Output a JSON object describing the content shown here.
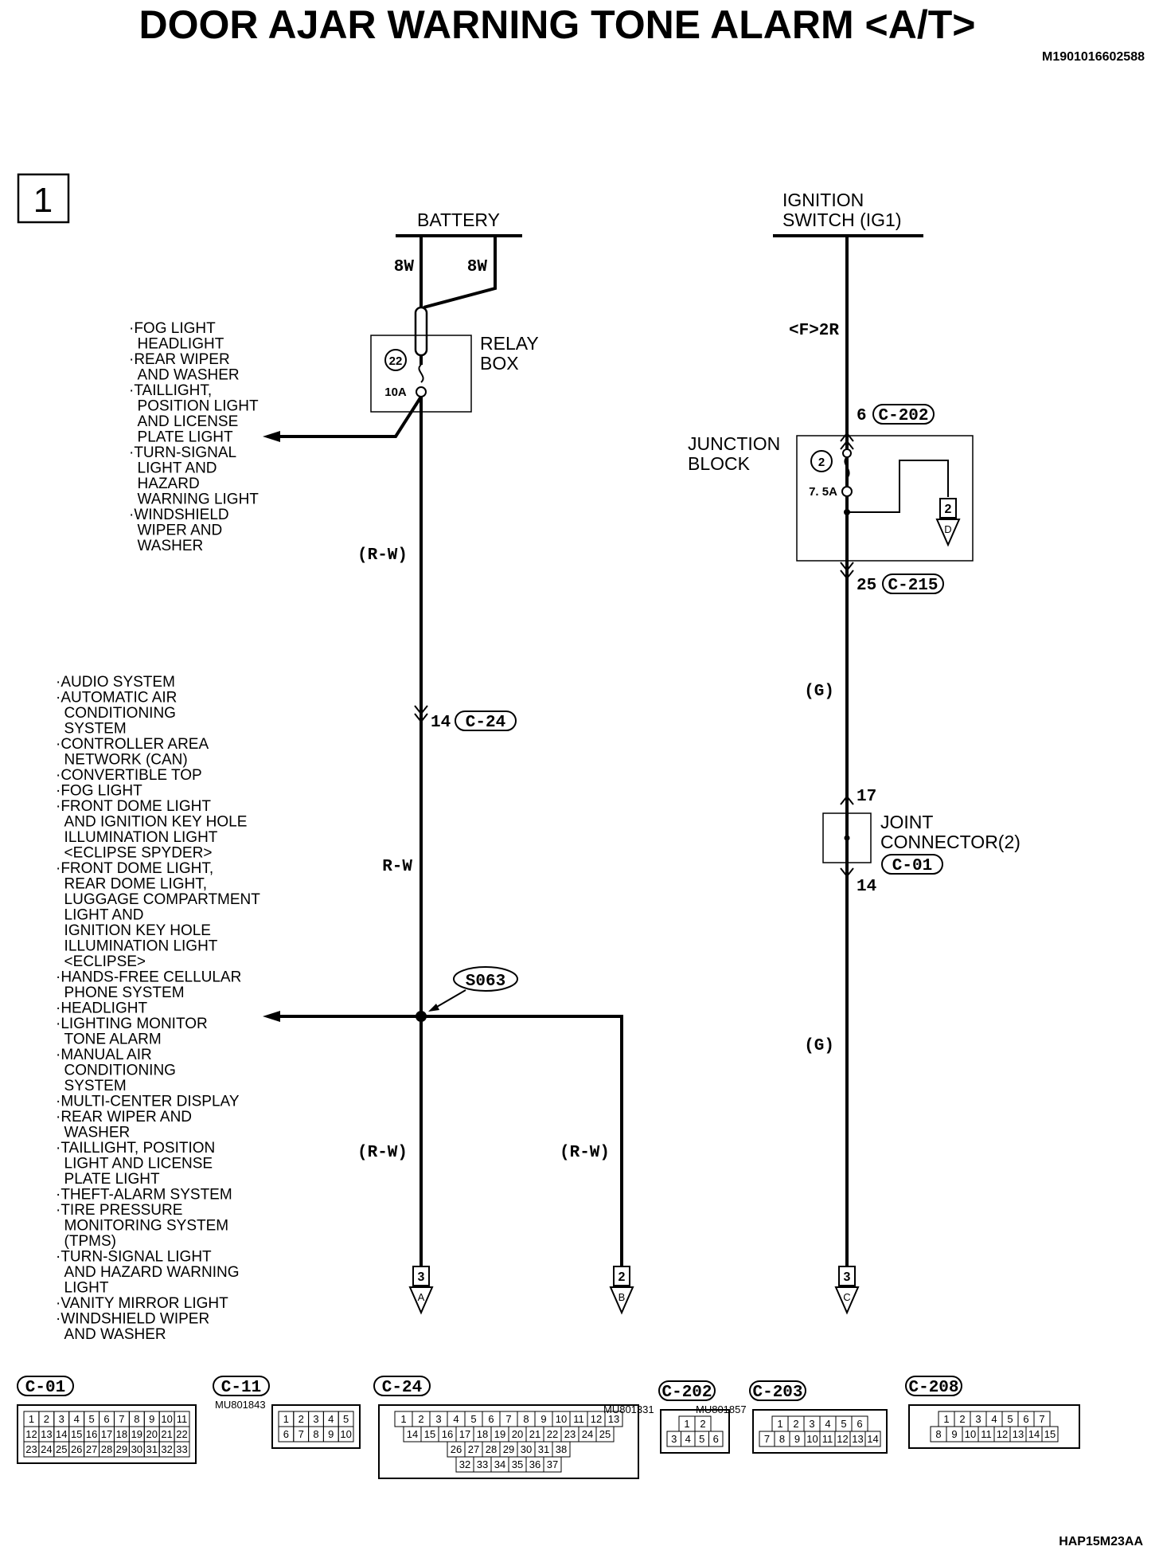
{
  "title": "DOOR AJAR WARNING TONE ALARM <A/T>",
  "doc_code": "M1901016602588",
  "figure_code": "HAP15M23AA",
  "page_number": "1",
  "battery": {
    "label": "BATTERY",
    "left_wire": "8W",
    "right_wire": "8W"
  },
  "relay_box": {
    "label_line1": "RELAY",
    "label_line2": "BOX",
    "fuse_number": "22",
    "fuse_rating": "10A"
  },
  "relay_branch_list": [
    "·FOG LIGHT",
    " HEADLIGHT",
    "·REAR WIPER",
    " AND WASHER",
    "·TAILLIGHT,",
    " POSITION LIGHT",
    " AND LICENSE",
    " PLATE LIGHT",
    "·TURN-SIGNAL",
    " LIGHT AND",
    " HAZARD",
    " WARNING LIGHT",
    "·WINDSHIELD",
    " WIPER AND",
    " WASHER"
  ],
  "splice_branch_list": [
    "·AUDIO SYSTEM",
    "·AUTOMATIC AIR",
    " CONDITIONING",
    " SYSTEM",
    "·CONTROLLER AREA",
    " NETWORK (CAN)",
    "·CONVERTIBLE TOP",
    "·FOG LIGHT",
    "·FRONT DOME LIGHT",
    " AND IGNITION KEY HOLE",
    " ILLUMINATION LIGHT",
    " <ECLIPSE SPYDER>",
    "·FRONT DOME LIGHT,",
    " REAR DOME LIGHT,",
    " LUGGAGE COMPARTMENT",
    " LIGHT AND",
    " IGNITION KEY HOLE",
    " ILLUMINATION LIGHT",
    " <ECLIPSE>",
    "·HANDS-FREE CELLULAR",
    " PHONE SYSTEM",
    "·HEADLIGHT",
    "·LIGHTING MONITOR",
    " TONE ALARM",
    "·MANUAL AIR",
    " CONDITIONING",
    " SYSTEM",
    "·MULTI-CENTER DISPLAY",
    "·REAR WIPER AND",
    " WASHER",
    "·TAILLIGHT, POSITION",
    " LIGHT AND LICENSE",
    " PLATE LIGHT",
    "·THEFT-ALARM SYSTEM",
    "·TIRE PRESSURE",
    " MONITORING SYSTEM",
    " (TPMS)",
    "·TURN-SIGNAL LIGHT",
    " AND HAZARD WARNING",
    " LIGHT",
    "·VANITY MIRROR LIGHT",
    "·WINDSHIELD WIPER",
    " AND WASHER"
  ],
  "wires": {
    "left_upper": "(R-W)",
    "left_mid": "R-W",
    "left_lower": "(R-W)",
    "branch_lower": "(R-W)",
    "ign_upper": "<F>2R",
    "ign_mid": "(G)",
    "ign_lower": "(G)"
  },
  "connectors": {
    "c24_pin": "14",
    "c24": "C-24",
    "c202_pin": "6",
    "c202": "C-202",
    "c215_pin": "25",
    "c215": "C-215",
    "joint_in": "17",
    "joint_out": "14",
    "c01": "C-01"
  },
  "splice": "S063",
  "ignition": {
    "line1": "IGNITION",
    "line2": "SWITCH (IG1)"
  },
  "junction_block": {
    "line1": "JUNCTION",
    "line2": "BLOCK",
    "fuse_number": "2",
    "fuse_rating": "7. 5A"
  },
  "joint_connector": {
    "line1": "JOINT",
    "line2": "CONNECTOR(2)"
  },
  "page_refs": {
    "jb_num": "2",
    "jb_letter": "D",
    "a_num": "3",
    "a_letter": "A",
    "b_num": "2",
    "b_letter": "B",
    "c_num": "3",
    "c_letter": "C"
  },
  "connector_views": [
    {
      "code": "C-01",
      "part": "",
      "rows": [
        [
          "1",
          "2",
          "3",
          "4",
          "5",
          "6",
          "7",
          "8",
          "9",
          "10",
          "11"
        ],
        [
          "12",
          "13",
          "14",
          "15",
          "16",
          "17",
          "18",
          "19",
          "20",
          "21",
          "22"
        ],
        [
          "23",
          "24",
          "25",
          "26",
          "27",
          "28",
          "29",
          "30",
          "31",
          "32",
          "33"
        ]
      ]
    },
    {
      "code": "C-11",
      "part": "MU801843",
      "rows": [
        [
          "1",
          "2",
          "3",
          "4",
          "5"
        ],
        [
          "6",
          "7",
          "8",
          "9",
          "10"
        ]
      ]
    },
    {
      "code": "C-24",
      "part": "",
      "rows": [
        [
          "1",
          "2",
          "3",
          "4",
          "5",
          "6",
          "7",
          "8",
          "9",
          "10",
          "11",
          "12",
          "13"
        ],
        [
          "14",
          "15",
          "16",
          "17",
          "18",
          "19",
          "20",
          "21",
          "22",
          "23",
          "24",
          "25"
        ],
        [
          "26",
          "27",
          "28",
          "29",
          "30",
          "31",
          "38"
        ],
        [
          "32",
          "33",
          "34",
          "35",
          "36",
          "37"
        ]
      ]
    },
    {
      "code": "C-202",
      "part": "MU801331",
      "rows": [
        [
          "1",
          "2"
        ],
        [
          "3",
          "4",
          "5",
          "6"
        ]
      ]
    },
    {
      "code": "C-203",
      "part": "MU801857",
      "rows": [
        [
          "1",
          "2",
          "3",
          "4",
          "5",
          "6"
        ],
        [
          "7",
          "8",
          "9",
          "10",
          "11",
          "12",
          "13",
          "14"
        ]
      ]
    },
    {
      "code": "C-208",
      "part": "",
      "rows": [
        [
          "1",
          "2",
          "3",
          "4",
          "5",
          "6",
          "7"
        ],
        [
          "8",
          "9",
          "10",
          "11",
          "12",
          "13",
          "14",
          "15"
        ]
      ]
    }
  ]
}
